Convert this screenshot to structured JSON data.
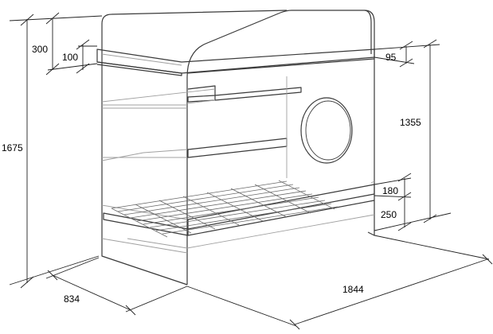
{
  "dimensions": {
    "total_height": "1675",
    "top_rail": "300",
    "top_frame": "100",
    "right_top": "95",
    "tier_gap": "1355",
    "lower_rail": "180",
    "lower_height": "250",
    "depth": "834",
    "length": "1844"
  },
  "colors": {
    "line": "#333333",
    "light_line": "#9a9a9a",
    "dim_line": "#222222"
  }
}
